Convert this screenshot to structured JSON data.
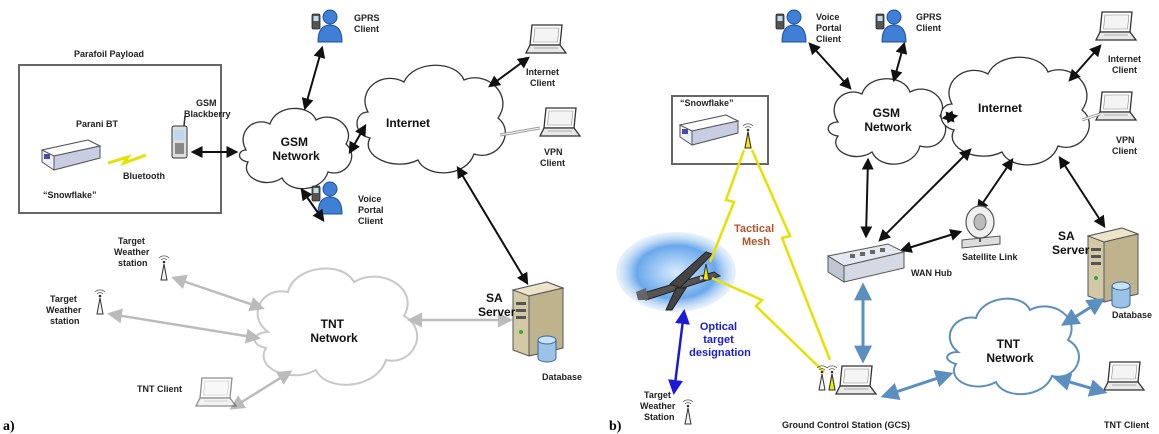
{
  "panel_a": {
    "tag": "a)",
    "payload_title": "Parafoil Payload",
    "gsm_blackberry": [
      "GSM",
      "Blackberry"
    ],
    "parani_bt": "Parani BT",
    "bluetooth": "Bluetooth",
    "snowflake": "“Snowflake”",
    "gsm_network": [
      "GSM",
      "Network"
    ],
    "internet": "Internet",
    "gprs_client": [
      "GPRS",
      "Client"
    ],
    "voice_portal_client": [
      "Voice",
      "Portal",
      "Client"
    ],
    "internet_client": [
      "Internet",
      "Client"
    ],
    "vpn_client": [
      "VPN",
      "Client"
    ],
    "target_weather_1": [
      "Target",
      "Weather",
      "station"
    ],
    "target_weather_2": [
      "Target",
      "Weather",
      "station"
    ],
    "tnt_network": [
      "TNT",
      "Network"
    ],
    "sa_server": [
      "SA",
      "Server"
    ],
    "database": "Database",
    "tnt_client": "TNT Client"
  },
  "panel_b": {
    "tag": "b)",
    "snowflake": "“Snowflake”",
    "voice_portal_client": [
      "Voice",
      "Portal",
      "Client"
    ],
    "gprs_client": [
      "GPRS",
      "Client"
    ],
    "gsm_network": [
      "GSM",
      "Network"
    ],
    "internet": "Internet",
    "internet_client": [
      "Internet",
      "Client"
    ],
    "vpn_client": [
      "VPN",
      "Client"
    ],
    "tactical_mesh": [
      "Tactical",
      "Mesh"
    ],
    "optical": [
      "Optical",
      "target",
      "designation"
    ],
    "satellite_link": "Satellite Link",
    "wan_hub": "WAN Hub",
    "sa_server": [
      "SA",
      "Server"
    ],
    "database": "Database",
    "tnt_network": [
      "TNT",
      "Network"
    ],
    "tnt_client": "TNT Client",
    "target_weather": [
      "Target",
      "Weather",
      "Station"
    ],
    "gcs": "Ground Control Station (GCS)"
  },
  "colors": {
    "link_dark": "#111111",
    "link_gray": "#bbbbbb",
    "link_blue": "#5b8fc0",
    "link_yellow": "#e8e000",
    "person_blue": "#3f7fd6",
    "cloud_gray": "#c8c8c8",
    "cloud_blue": "#5b8fc0"
  }
}
